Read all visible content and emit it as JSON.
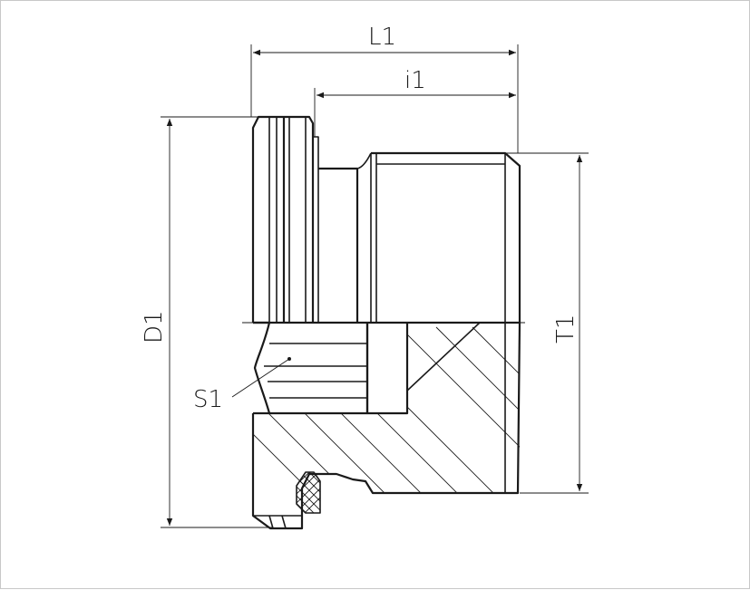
{
  "labels": {
    "L1": "L1",
    "i1": "i1",
    "D1": "D1",
    "T1": "T1",
    "S1": "S1"
  }
}
